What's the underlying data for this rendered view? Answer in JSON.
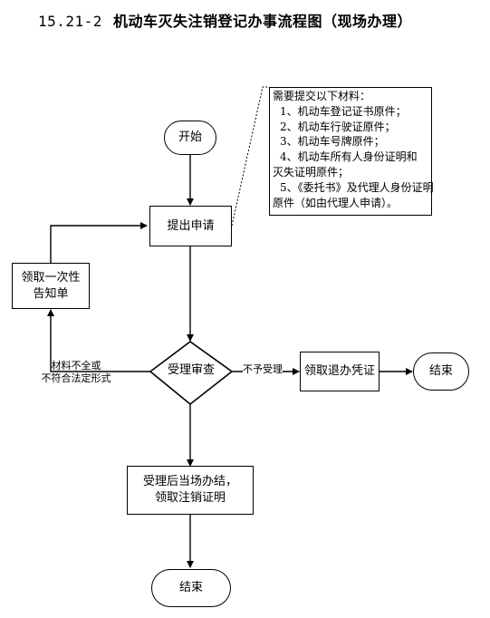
{
  "title": {
    "number": "15.21-2",
    "text": "机动车灭失注销登记办事流程图（现场办理）"
  },
  "nodes": {
    "start": "开始",
    "apply": "提出申请",
    "notice": [
      "领取一次性",
      "告知单"
    ],
    "review": "受理审查",
    "refund": "领取退办凭证",
    "end_right": "结束",
    "accept": [
      "受理后当场办结，",
      "领取注销证明"
    ],
    "end_bottom": "结束"
  },
  "materials": {
    "heading": "需要提交以下材料：",
    "items": [
      "1、机动车登记证书原件；",
      "2、机动车行驶证原件；",
      "3、机动车号牌原件；",
      "4、机动车所有人身份证明和",
      "灭失证明原件；",
      "5、《委托书》及代理人身份证明",
      "原件（如由代理人申请）。"
    ]
  },
  "edge_labels": {
    "incomplete": [
      "材料不全或",
      "不符合法定形式"
    ],
    "reject": "不予受理"
  }
}
